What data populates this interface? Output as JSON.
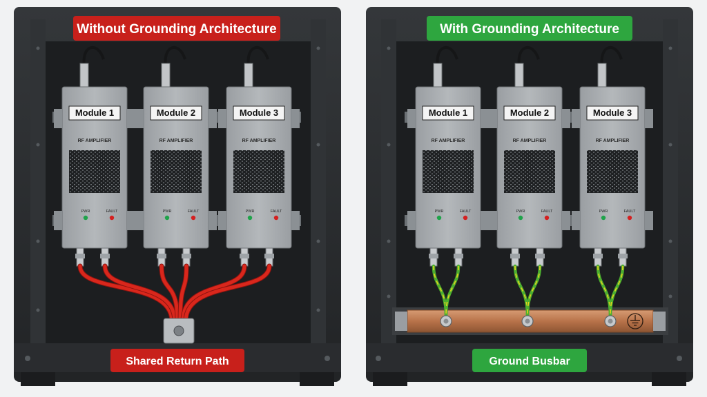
{
  "left": {
    "title": "Without Grounding Architecture",
    "caption": "Shared Return Path",
    "title_color": "#c8201b",
    "caption_color": "#c8201b",
    "wire_color": "#d9271c"
  },
  "right": {
    "title": "With Grounding Architecture",
    "caption": "Ground Busbar",
    "title_color": "#2ea63f",
    "caption_color": "#2ea63f",
    "wire_color": "#4caf2f",
    "wire_stripe_color": "#e3d21c",
    "busbar_color": "#b8734a",
    "ground_symbol": "ground-symbol-icon"
  },
  "modules": [
    {
      "label": "Module 1",
      "type": "RF AMPLIFIER",
      "pwr": "PWR",
      "fault": "FAULT"
    },
    {
      "label": "Module 2",
      "type": "RF AMPLIFIER",
      "pwr": "PWR",
      "fault": "FAULT"
    },
    {
      "label": "Module 3",
      "type": "RF AMPLIFIER",
      "pwr": "PWR",
      "fault": "FAULT"
    }
  ],
  "colors": {
    "rack": "#2b2d30",
    "module_body": "#a9adb1",
    "led_pwr": "#1fa34a",
    "led_fault": "#d42020"
  }
}
